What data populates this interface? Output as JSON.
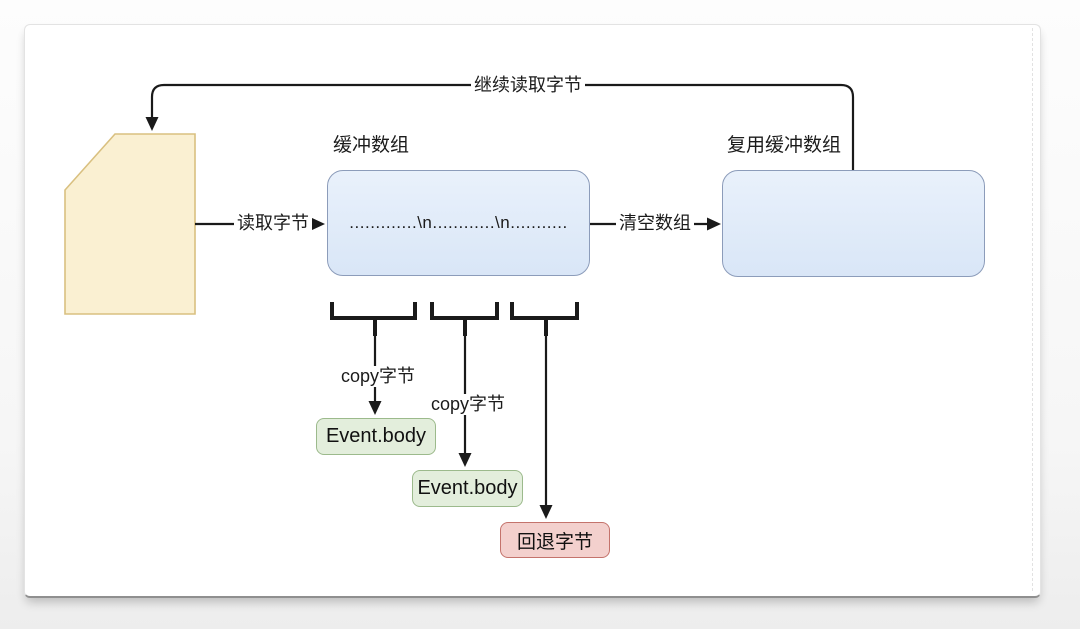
{
  "diagram": {
    "nodes": [
      {
        "id": "file",
        "type": "document",
        "label": ""
      },
      {
        "id": "buffer",
        "type": "rounded-box",
        "title": "缓冲数组",
        "content": ".............\\n............\\n..........."
      },
      {
        "id": "reuse-buffer",
        "type": "rounded-box",
        "title": "复用缓冲数组",
        "content": ""
      },
      {
        "id": "event-body-1",
        "type": "rounded-box",
        "label": "Event.body"
      },
      {
        "id": "event-body-2",
        "type": "rounded-box",
        "label": "Event.body"
      },
      {
        "id": "pushback",
        "type": "rounded-box",
        "label": "回退字节"
      }
    ],
    "edges": [
      {
        "from": "file",
        "to": "buffer",
        "label": "读取字节"
      },
      {
        "from": "buffer",
        "to": "reuse-buffer",
        "label": "清空数组"
      },
      {
        "from": "reuse-buffer",
        "to": "file",
        "label": "继续读取字节"
      },
      {
        "from": "buffer-segment-1",
        "to": "event-body-1",
        "label": "copy字节"
      },
      {
        "from": "buffer-segment-2",
        "to": "event-body-2",
        "label": "copy字节"
      },
      {
        "from": "buffer-segment-3",
        "to": "pushback",
        "label": ""
      }
    ],
    "colors": {
      "document_fill": "#faf0d2",
      "document_stroke": "#d9c080",
      "buffer_fill": "#dfe9f8",
      "buffer_stroke": "#8c9cba",
      "event_fill": "#e3eedc",
      "event_stroke": "#9cba8c",
      "pushback_fill": "#f3d0cd",
      "pushback_stroke": "#c4736c",
      "line": "#1a1a1a"
    }
  }
}
